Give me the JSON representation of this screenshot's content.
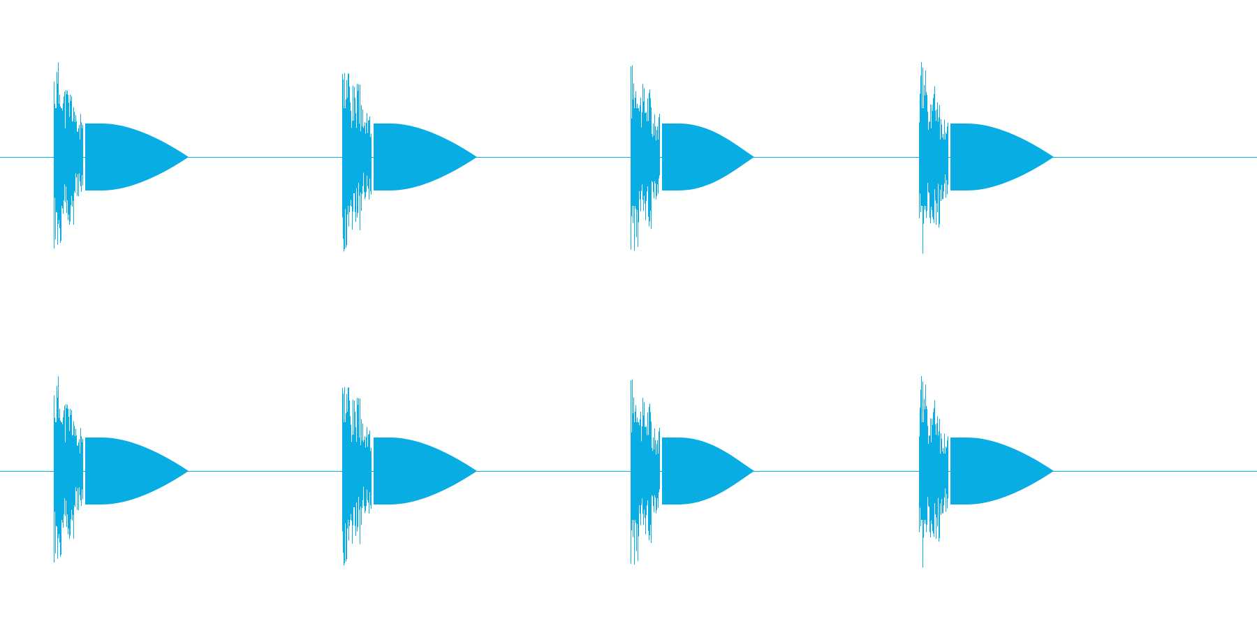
{
  "waveform": {
    "color": "#08ADE3",
    "background": "#FFFFFF",
    "channels": [
      {
        "channel": "left"
      },
      {
        "channel": "right"
      }
    ],
    "events": [
      {
        "index": 1
      },
      {
        "index": 2
      },
      {
        "index": 3
      },
      {
        "index": 4
      }
    ]
  }
}
